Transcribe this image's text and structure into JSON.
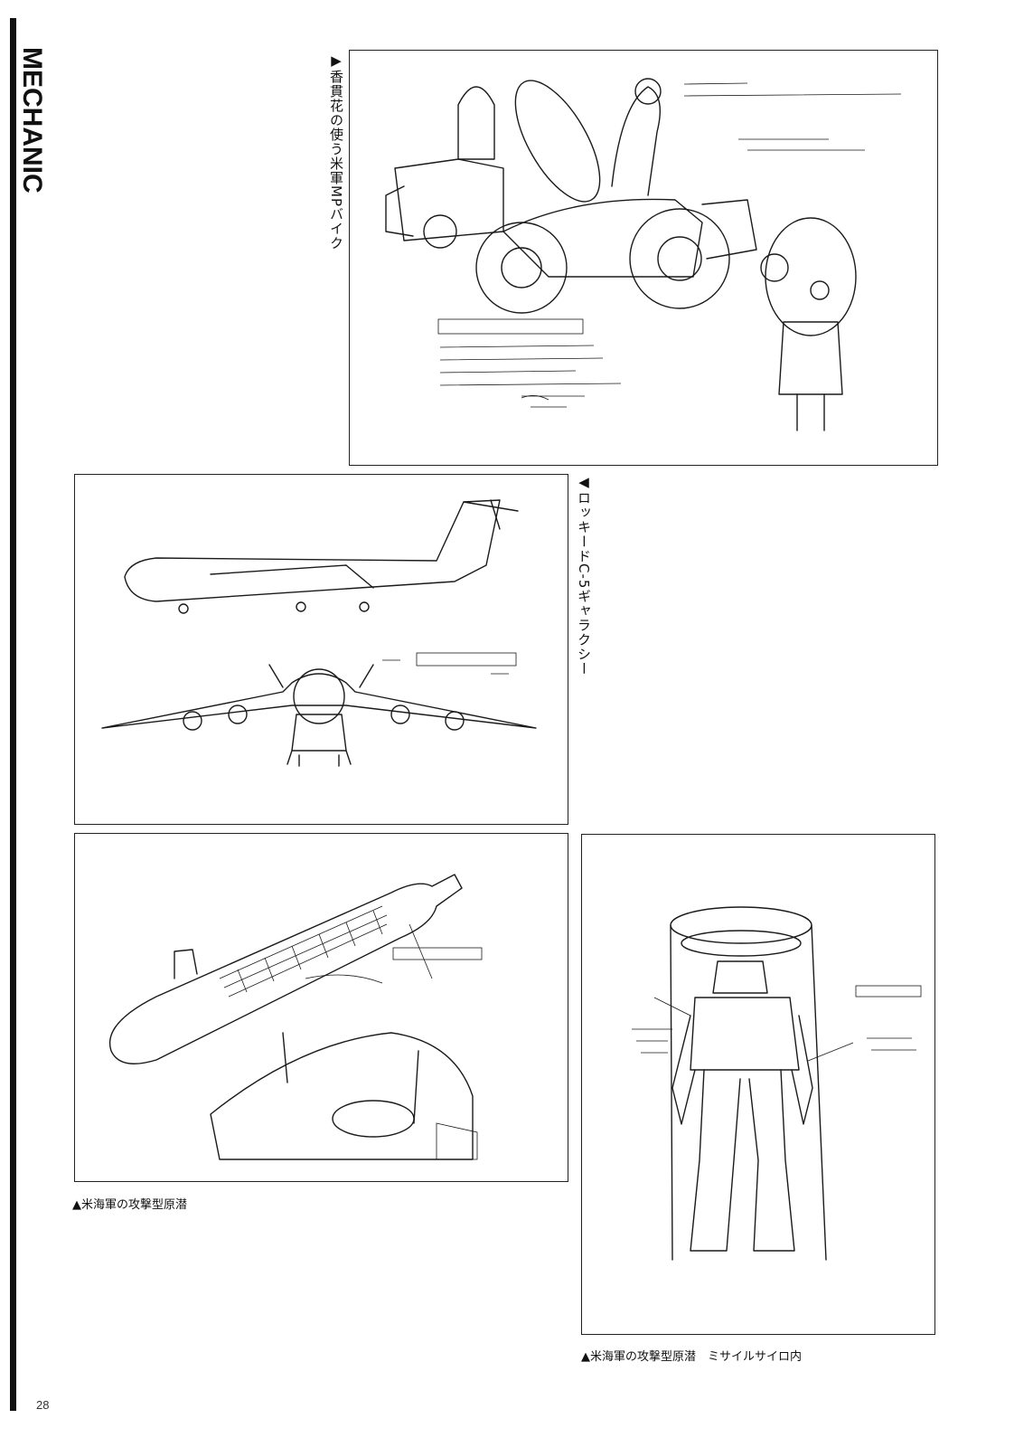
{
  "section": {
    "title": "MECHANIC"
  },
  "page": {
    "number": "28"
  },
  "captions": {
    "bike": "▶香貫花の使う米軍MPバイク",
    "plane": "◀ロッキードC-5ギャラクシー",
    "submarine": "▲米海軍の攻撃型原潜",
    "silo": "▲米海軍の攻撃型原潜　ミサイルサイロ内"
  },
  "icons": {
    "bike": "motorcycle-sketch-icon",
    "plane": "cargo-plane-sketch-icon",
    "submarine": "submarine-sketch-icon",
    "silo": "robot-in-silo-sketch-icon"
  },
  "colors": {
    "ink": "#1a1a1a",
    "paper": "#ffffff"
  }
}
